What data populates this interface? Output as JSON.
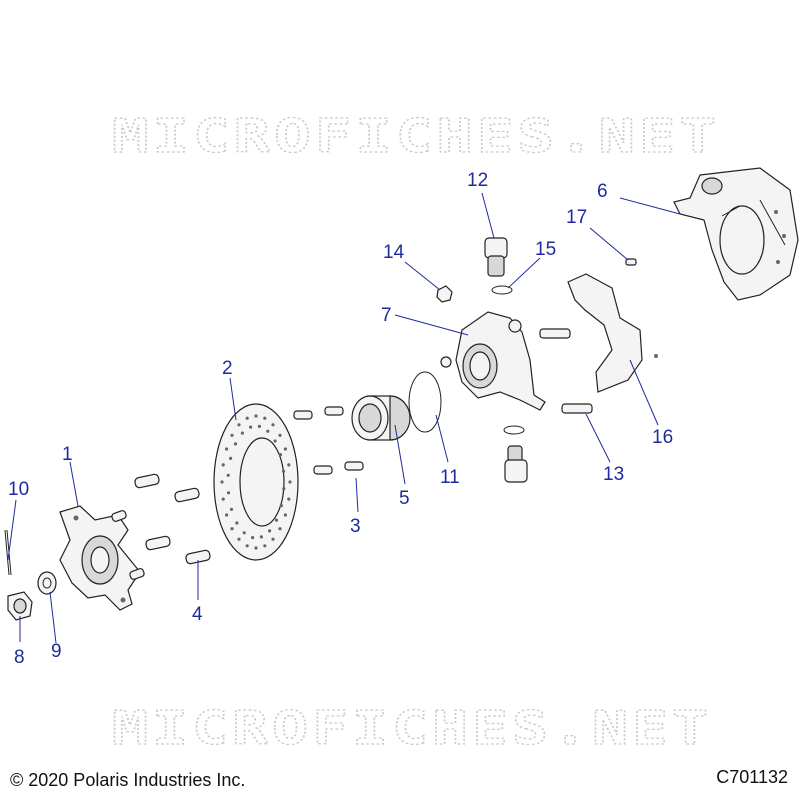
{
  "watermark": {
    "text": "MICROFICHES.NET"
  },
  "footer": {
    "copyright": "© 2020 Polaris Industries Inc.",
    "drawing_id": "C701132"
  },
  "callouts": {
    "c1": "1",
    "c2": "2",
    "c3": "3",
    "c4": "4",
    "c5": "5",
    "c6": "6",
    "c7": "7",
    "c8": "8",
    "c9": "9",
    "c10": "10",
    "c11": "11",
    "c12": "12",
    "c13": "13",
    "c14": "14",
    "c15": "15",
    "c16": "16",
    "c17": "17"
  },
  "colors": {
    "callout": "#1f2a9e",
    "watermark": "#c9c9c9",
    "line": "#222222"
  }
}
